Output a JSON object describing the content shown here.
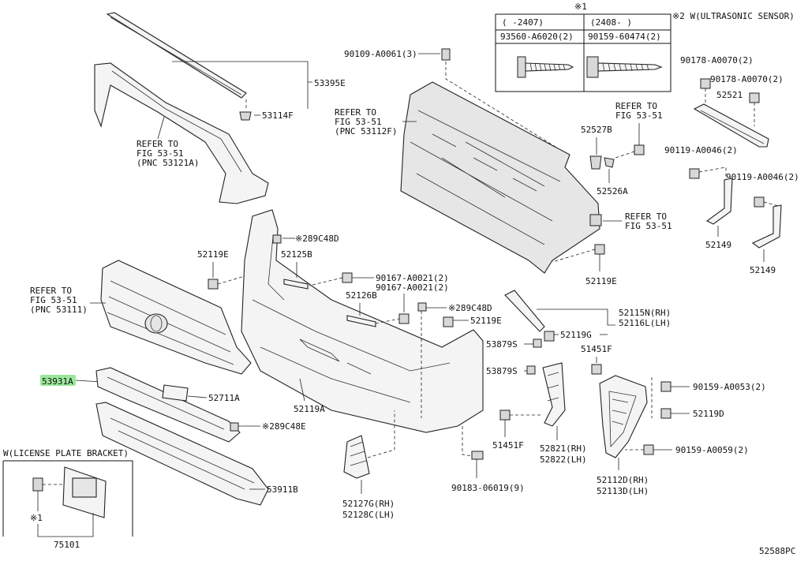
{
  "diagram_id": "52588PC",
  "note_sym": "※1",
  "note2": "※2 W(ULTRASONIC SENSOR)",
  "table": {
    "col1_head": "(   -2407)",
    "col2_head": "(2408-    )",
    "col1_part": "93560-A6020(2)",
    "col2_part": "90159-60474(2)"
  },
  "license_box": {
    "title": "W(LICENSE PLATE BRACKET)",
    "note": "※1",
    "part": "75101"
  },
  "highlight_color": "#9be79b",
  "labels": {
    "l53395E": "53395E",
    "l53114F": "53114F",
    "l90109": "90109-A0061(3)",
    "ref1_a": "REFER TO",
    "ref1_b": "FIG 53-51",
    "ref1_c": "(PNC 53121A)",
    "ref2_a": "REFER TO",
    "ref2_b": "FIG 53-51",
    "ref2_c": "(PNC 53112F)",
    "ref3_a": "REFER TO",
    "ref3_b": "FIG 53-51",
    "ref4_a": "REFER TO",
    "ref4_b": "FIG 53-51",
    "ref5_a": "REFER TO",
    "ref5_b": "FIG 53-51",
    "ref5_c": "(PNC 53111)",
    "l52527B": "52527B",
    "l52526A": "52526A",
    "l90178a": "90178-A0070(2)",
    "l90178b": "90178-A0070(2)",
    "l52521": "52521",
    "l90119a": "90119-A0046(2)",
    "l90119b": "90119-A0046(2)",
    "l52149a": "52149",
    "l52149b": "52149",
    "l289C48D_a": "※289C48D",
    "l52119E_a": "52119E",
    "l52125B": "52125B",
    "l90167a": "90167-A0021(2)",
    "l90167b": "90167-A0021(2)",
    "l52119E_b": "52119E",
    "l52126B": "52126B",
    "l289C48D_b": "※289C48D",
    "l52119E_c": "52119E",
    "l52115N": "52115N(RH)",
    "l52116L": "52116L(LH)",
    "l52119G": "52119G",
    "l53879S_a": "53879S",
    "l53879S_b": "53879S",
    "l51451F_a": "51451F",
    "l51451F_b": "51451F",
    "l53931A": "53931A",
    "l52711A": "52711A",
    "l289C48E": "※289C48E",
    "l52119A": "52119A",
    "l90159a": "90159-A0053(2)",
    "l52119D": "52119D",
    "l90159b": "90159-A0059(2)",
    "l52821": "52821(RH)",
    "l52822": "52822(LH)",
    "l53911B": "53911B",
    "l52127G": "52127G(RH)",
    "l52128C": "52128C(LH)",
    "l90183": "90183-06019(9)",
    "l52112D": "52112D(RH)",
    "l52113D": "52113D(LH)"
  }
}
